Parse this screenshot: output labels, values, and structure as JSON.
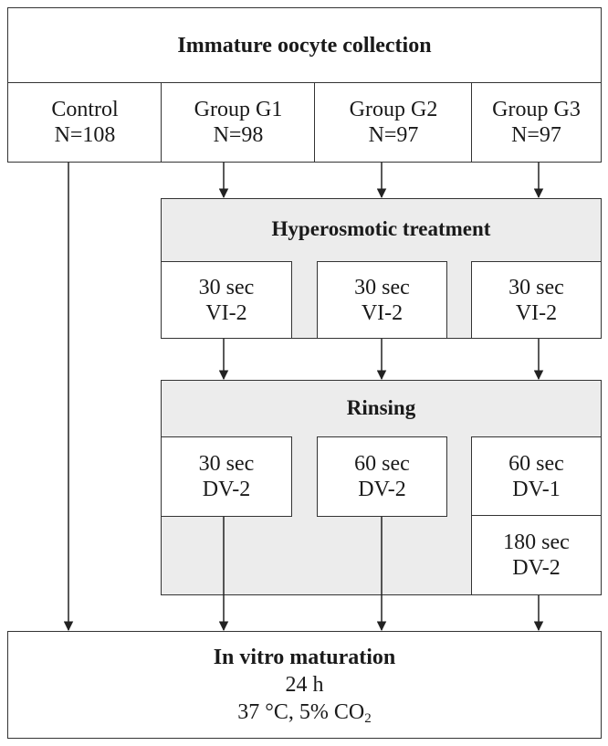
{
  "collection": {
    "title": "Immature oocyte collection"
  },
  "groups": [
    {
      "name": "Control",
      "n": "N=108"
    },
    {
      "name": "Group G1",
      "n": "N=98"
    },
    {
      "name": "Group G2",
      "n": "N=97"
    },
    {
      "name": "Group G3",
      "n": "N=97"
    }
  ],
  "hyperosmotic": {
    "title": "Hyperosmotic treatment",
    "steps": [
      {
        "time": "30 sec",
        "solution": "VI-2"
      },
      {
        "time": "30 sec",
        "solution": "VI-2"
      },
      {
        "time": "30 sec",
        "solution": "VI-2"
      }
    ]
  },
  "rinsing": {
    "title": "Rinsing",
    "steps": [
      {
        "time": "30 sec",
        "solution": "DV-2"
      },
      {
        "time": "60 sec",
        "solution": "DV-2"
      },
      {
        "time": "60 sec",
        "solution": "DV-1"
      },
      {
        "time": "180 sec",
        "solution": "DV-2"
      }
    ]
  },
  "maturation": {
    "title": "In vitro maturation",
    "duration": "24 h",
    "conditions_prefix": "37 °C, 5% CO",
    "conditions_sub": "2"
  }
}
